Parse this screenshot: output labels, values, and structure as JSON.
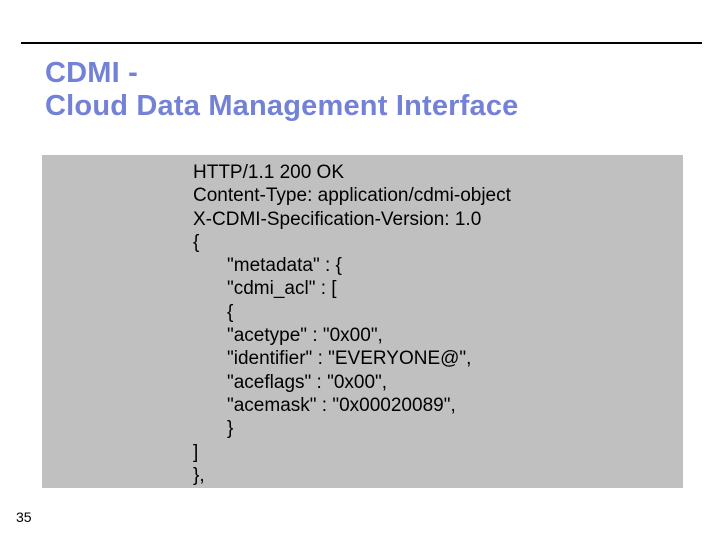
{
  "slide": {
    "title": {
      "lines": [
        "CDMI -",
        "Cloud Data Management Interface"
      ]
    },
    "code": {
      "lines": [
        {
          "indent": 0,
          "text": "HTTP/1.1 200 OK"
        },
        {
          "indent": 0,
          "text": "Content-Type: application/cdmi-object"
        },
        {
          "indent": 0,
          "text": "X-CDMI-Specification-Version: 1.0"
        },
        {
          "indent": 0,
          "text": "{"
        },
        {
          "indent": 1,
          "text": "\"metadata\" : {"
        },
        {
          "indent": 1,
          "text": "\"cdmi_acl\" : ["
        },
        {
          "indent": 1,
          "text": "{"
        },
        {
          "indent": 1,
          "text": "\"acetype\" : \"0x00\","
        },
        {
          "indent": 1,
          "text": "\"identifier\" : \"EVERYONE@\","
        },
        {
          "indent": 1,
          "text": "\"aceflags\" : \"0x00\","
        },
        {
          "indent": 1,
          "text": "\"acemask\" : \"0x00020089\","
        },
        {
          "indent": 1,
          "text": "}"
        },
        {
          "indent": 0,
          "text": "]"
        },
        {
          "indent": 0,
          "text": "},"
        }
      ]
    },
    "page_number": "35",
    "colors": {
      "background": "#ffffff",
      "title": "#7382d7",
      "box_bg": "#c0c0c0",
      "rule": "#000000",
      "code_text": "#000000"
    }
  }
}
